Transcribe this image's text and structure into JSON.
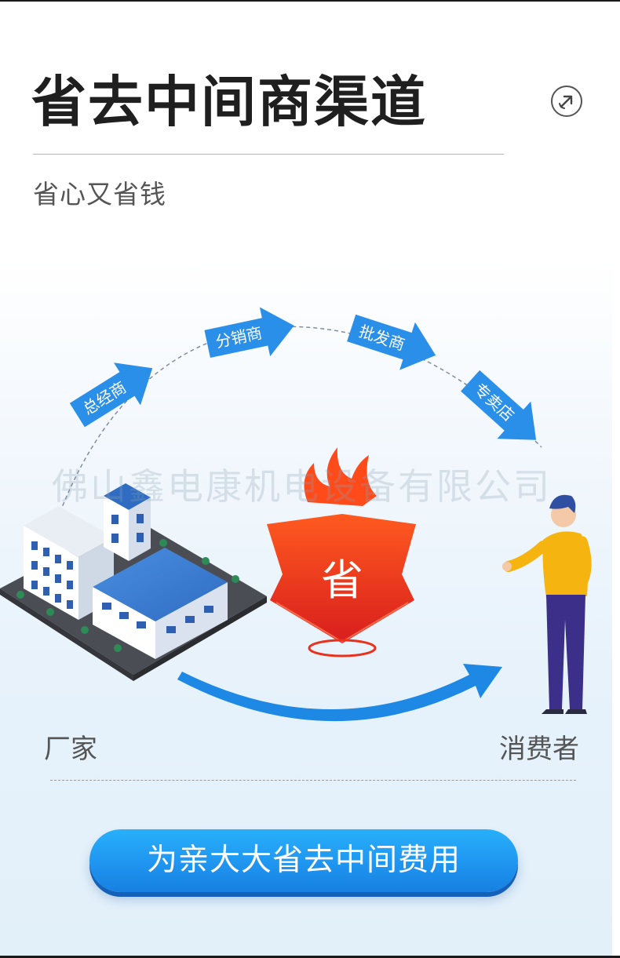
{
  "header": {
    "title": "省去中间商渠道",
    "subtitle": "省心又省钱"
  },
  "icons": {
    "share": "share-arrow-icon"
  },
  "diagram": {
    "channel_steps": [
      "总经商",
      "分销商",
      "批发商",
      "专卖店"
    ],
    "saving_badge": "省",
    "factory_label": "厂家",
    "consumer_label": "消费者"
  },
  "watermark": "佛山鑫电康机电设备有限公司",
  "cta": {
    "label": "为亲大大省去中间费用"
  },
  "colors": {
    "arrow_blue": "#2a8fe8",
    "flow_blue": "#1e88e5",
    "flame_red": "#e8321e",
    "button_blue": "#1f95f0",
    "title_dark": "#1f1f1f"
  }
}
